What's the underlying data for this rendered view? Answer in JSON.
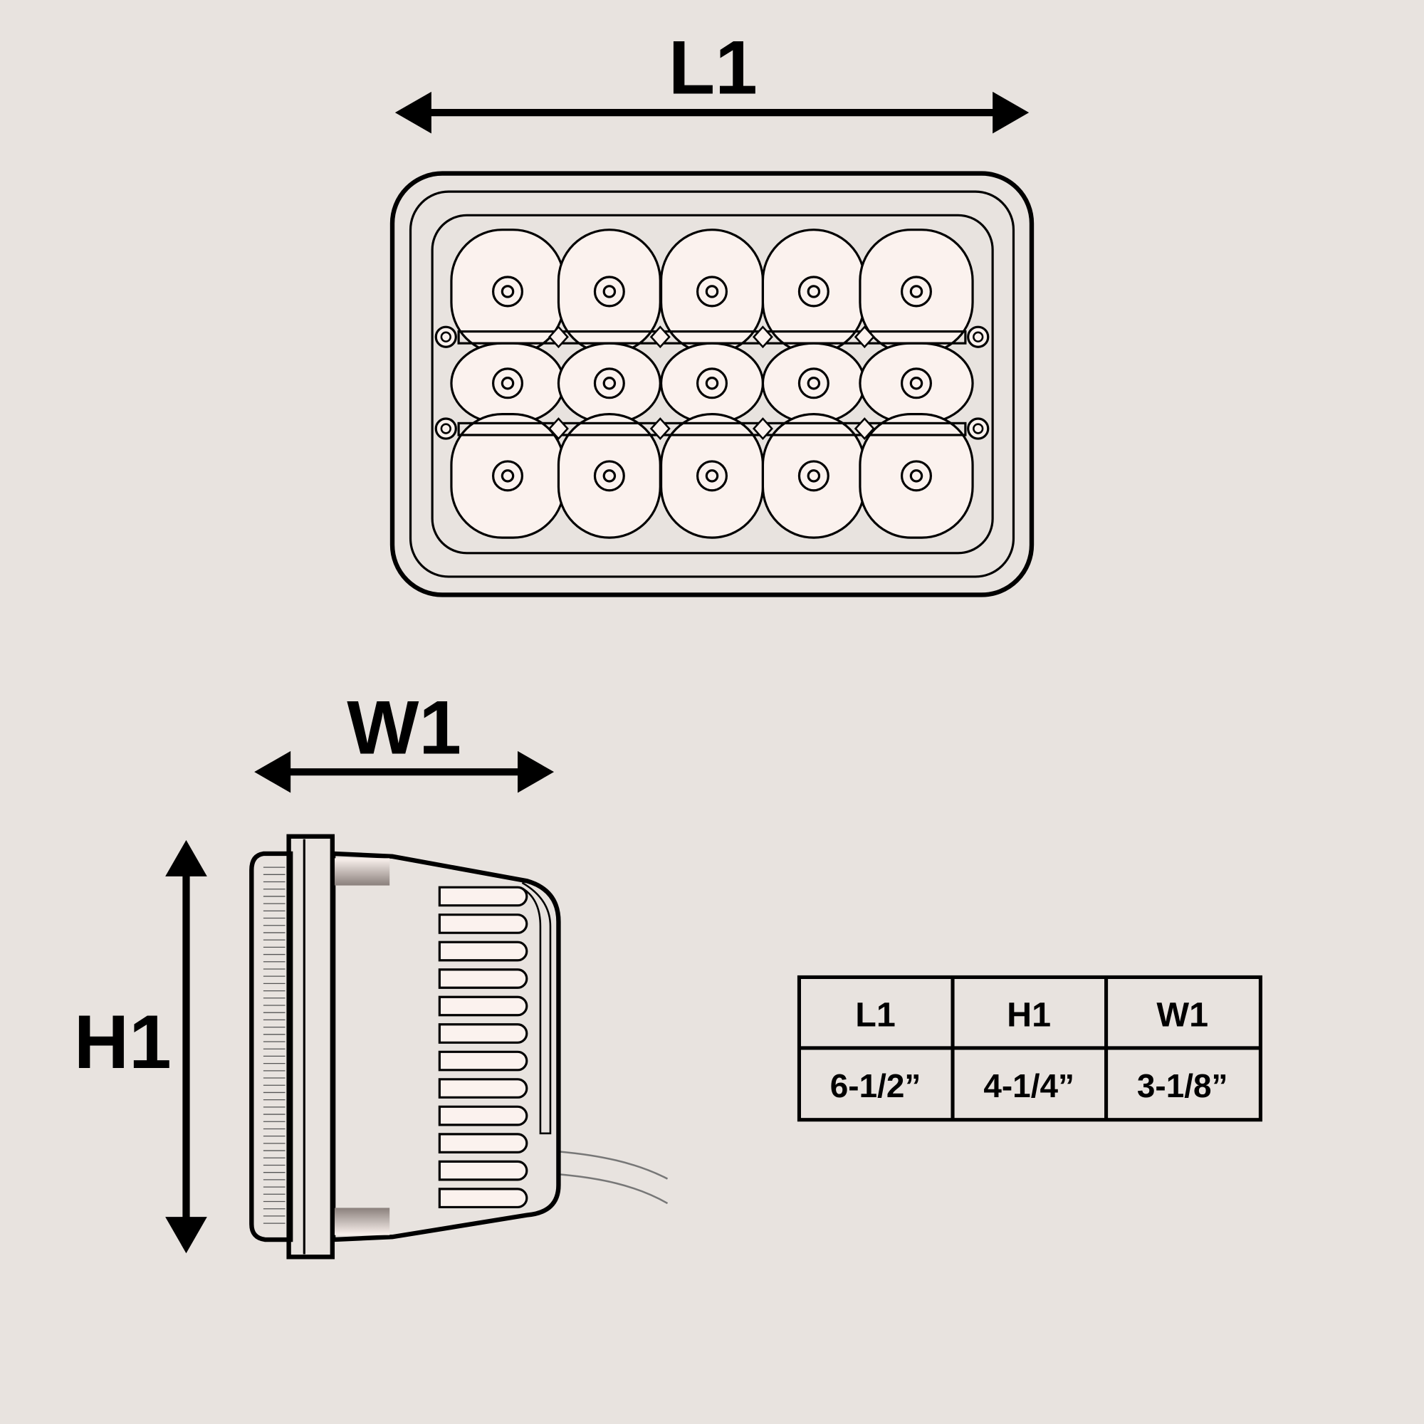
{
  "dimensions": {
    "length_label": "L1",
    "width_label": "W1",
    "height_label": "H1"
  },
  "spec_table": {
    "headers": [
      "L1",
      "H1",
      "W1"
    ],
    "values": [
      "6-1/2”",
      "4-1/4”",
      "3-1/8”"
    ]
  },
  "colors": {
    "background": "#e8e3df",
    "body_fill": "#fbf2ee",
    "line": "#000000"
  },
  "led_grid": {
    "rows": 3,
    "columns": 5
  }
}
